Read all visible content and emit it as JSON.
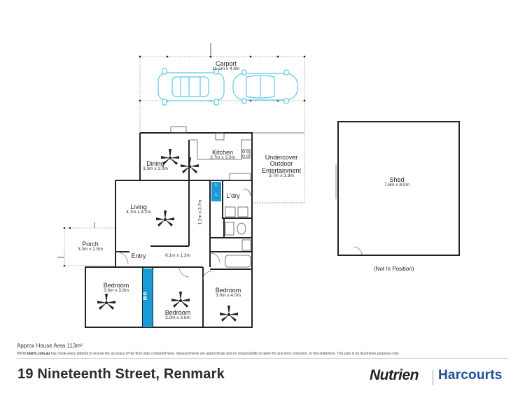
{
  "rooms": {
    "carport": {
      "name": "Carport",
      "dims": "11.5m x 4.8m"
    },
    "kitchen": {
      "name": "Kitchen",
      "dims": "3.7m x 3.0m"
    },
    "dining": {
      "name": "Dining",
      "dims": "3.3m x 3.0m"
    },
    "outdoor": {
      "name_l1": "Undercover",
      "name_l2": "Outdoor",
      "name_l3": "Entertainment",
      "dims": "3.7m x 3.9m"
    },
    "laundry": {
      "name": "L'dry"
    },
    "living": {
      "name": "Living",
      "dims": "4.7m x 4.2m"
    },
    "porch": {
      "name": "Porch",
      "dims": "3.3m x 2.5m"
    },
    "entry": {
      "name": "Entry"
    },
    "hall": {
      "dims": "6.1m x 1.3m"
    },
    "hall_vertical": {
      "dims": "1.2m x 3.7m"
    },
    "bedroom1": {
      "name": "Bedroom",
      "dims": "3.6m x 3.8m"
    },
    "bedroom2": {
      "name": "Bedroom",
      "dims": "3.0m x 3.6m"
    },
    "bedroom3": {
      "name": "Bedroom",
      "dims": "3.0m x 4.0m"
    },
    "bir": {
      "name": "BIR"
    },
    "shed": {
      "name": "Shed",
      "dims": "7.6m x 8.0m"
    },
    "linen_a": {
      "name": "L"
    },
    "linen_b": {
      "name": "L"
    }
  },
  "notes": {
    "not_in_position": "(Not In Position)"
  },
  "footer": {
    "area": "Approx House Area 113m²",
    "disclaimer_pre": "Whilst ",
    "disclaimer_site": "bwrm.com.au",
    "disclaimer_post": " has made every attempt to ensure the accuracy of the floor plan contained here, measurements are approximate and no responsibility is taken for any error, omission, or mis-statement. This plan is for illustrative purposes only.",
    "address": "19 Nineteenth Street, Renmark"
  },
  "logos": {
    "nutrien": "Nutrien",
    "harcourts": "Harcourts"
  },
  "colors": {
    "wall": "#222222",
    "car_outline": "#5bc8ec",
    "blue_fill": "#1a9ad6",
    "harcourts_blue": "#1f4e92",
    "nutrien_green": "#7cb342"
  }
}
